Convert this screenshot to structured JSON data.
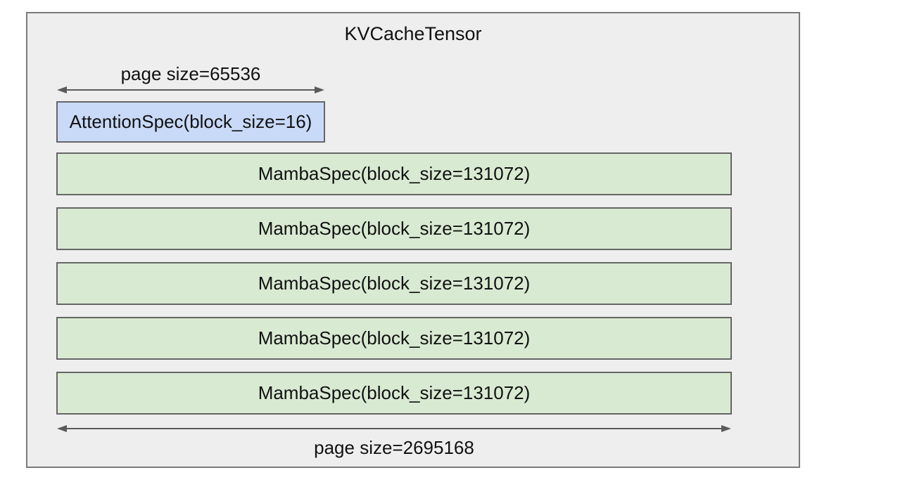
{
  "diagram": {
    "title": "KVCacheTensor",
    "top_dimension_label": "page size=65536",
    "attention_block_label": "AttentionSpec(block_size=16)",
    "mamba_blocks": [
      "MambaSpec(block_size=131072)",
      "MambaSpec(block_size=131072)",
      "MambaSpec(block_size=131072)",
      "MambaSpec(block_size=131072)",
      "MambaSpec(block_size=131072)"
    ],
    "bottom_dimension_label": "page size=2695168"
  },
  "colors": {
    "container-fill": "#eeeeee",
    "container-border": "#7a7a7a",
    "attention-fill": "#c9daf8",
    "mamba-fill": "#d9ead3",
    "box-border": "#666666",
    "arrow": "#5a5a5a",
    "text": "#111111",
    "page-bg": "#ffffff"
  }
}
